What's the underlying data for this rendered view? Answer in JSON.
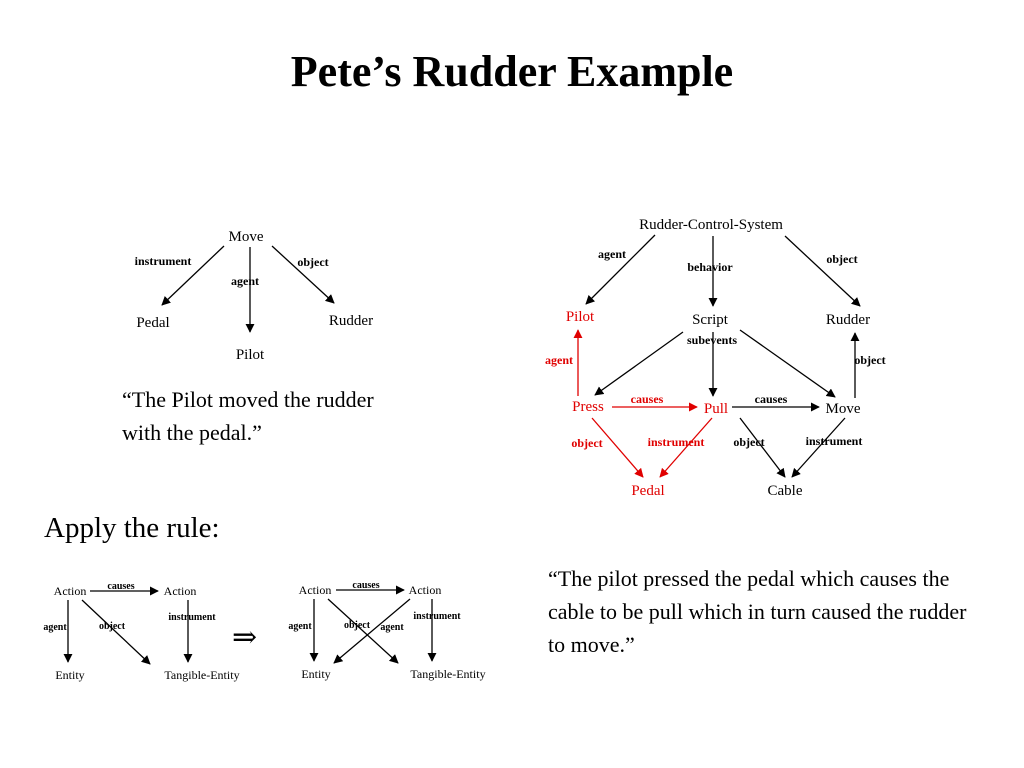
{
  "slide": {
    "title": "Pete’s Rudder Example",
    "caption_1": "“The Pilot moved the rudder with the pedal.”",
    "caption_2": "“The pilot pressed the pedal which causes the cable to be pull which in turn caused the rudder to move.”",
    "apply_label": "Apply the rule:",
    "implies_symbol": "⇒"
  },
  "colors": {
    "black": "#000000",
    "red": "#e00000"
  },
  "diagram_move": {
    "nodes": [
      {
        "id": "move",
        "label": "Move"
      },
      {
        "id": "pedal",
        "label": "Pedal"
      },
      {
        "id": "pilot",
        "label": "Pilot"
      },
      {
        "id": "rudder",
        "label": "Rudder"
      }
    ],
    "edges": [
      {
        "from": "move",
        "to": "pedal",
        "label": "instrument"
      },
      {
        "from": "move",
        "to": "pilot",
        "label": "agent"
      },
      {
        "from": "move",
        "to": "rudder",
        "label": "object"
      }
    ]
  },
  "diagram_rudder_control": {
    "nodes": [
      {
        "id": "rcs",
        "label": "Rudder-Control-System"
      },
      {
        "id": "pilot",
        "label": "Pilot",
        "color": "red"
      },
      {
        "id": "script",
        "label": "Script"
      },
      {
        "id": "rudder",
        "label": "Rudder"
      },
      {
        "id": "press",
        "label": "Press",
        "color": "red"
      },
      {
        "id": "pull",
        "label": "Pull",
        "color": "red"
      },
      {
        "id": "move",
        "label": "Move"
      },
      {
        "id": "pedal",
        "label": "Pedal",
        "color": "red"
      },
      {
        "id": "cable",
        "label": "Cable"
      }
    ],
    "edges": [
      {
        "from": "rcs",
        "to": "pilot",
        "label": "agent"
      },
      {
        "from": "rcs",
        "to": "script",
        "label": "behavior"
      },
      {
        "from": "rcs",
        "to": "rudder",
        "label": "object"
      },
      {
        "from": "script",
        "to": "press",
        "label": "subevents"
      },
      {
        "from": "script",
        "to": "pull",
        "label": ""
      },
      {
        "from": "script",
        "to": "move",
        "label": ""
      },
      {
        "from": "press",
        "to": "pilot",
        "label": "agent",
        "color": "red"
      },
      {
        "from": "press",
        "to": "pull",
        "label": "causes",
        "color": "red"
      },
      {
        "from": "pull",
        "to": "move",
        "label": "causes"
      },
      {
        "from": "move",
        "to": "rudder",
        "label": "object"
      },
      {
        "from": "press",
        "to": "pedal",
        "label": "object",
        "color": "red"
      },
      {
        "from": "pull",
        "to": "pedal",
        "label": "instrument",
        "color": "red"
      },
      {
        "from": "pull",
        "to": "cable",
        "label": "object"
      },
      {
        "from": "move",
        "to": "cable",
        "label": "instrument"
      }
    ]
  },
  "rule_left": {
    "nodes": [
      {
        "id": "action1",
        "label": "Action"
      },
      {
        "id": "action2",
        "label": "Action"
      },
      {
        "id": "entity",
        "label": "Entity"
      },
      {
        "id": "tangible",
        "label": "Tangible-Entity"
      }
    ],
    "edges": [
      {
        "from": "action1",
        "to": "action2",
        "label": "causes"
      },
      {
        "from": "action1",
        "to": "entity",
        "label": "agent"
      },
      {
        "from": "action1",
        "to": "tangible",
        "label": "object"
      },
      {
        "from": "action2",
        "to": "tangible",
        "label": "instrument"
      }
    ]
  },
  "rule_right": {
    "nodes": [
      {
        "id": "action1",
        "label": "Action"
      },
      {
        "id": "action2",
        "label": "Action"
      },
      {
        "id": "entity",
        "label": "Entity"
      },
      {
        "id": "tangible",
        "label": "Tangible-Entity"
      }
    ],
    "edges": [
      {
        "from": "action1",
        "to": "action2",
        "label": "causes"
      },
      {
        "from": "action1",
        "to": "entity",
        "label": "agent"
      },
      {
        "from": "action1",
        "to": "tangible",
        "label": "object"
      },
      {
        "from": "action2",
        "to": "entity",
        "label": "agent"
      },
      {
        "from": "action2",
        "to": "tangible",
        "label": "instrument"
      }
    ]
  }
}
